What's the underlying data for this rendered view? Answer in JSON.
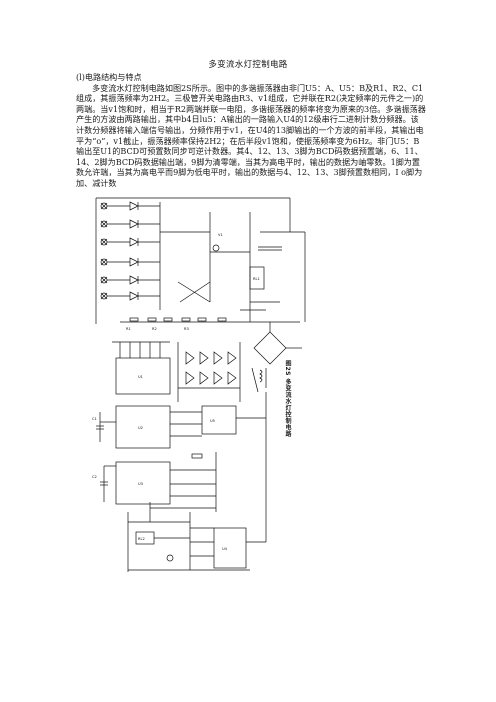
{
  "document": {
    "title": "多变流水灯控制电路",
    "section_heading": "(l)电路结构与特点",
    "paragraph": "多变流水灯控制电路如图2S所示。图中的多谐振荡器由非门U5：A、U5：B及R1、R2、C1组成，其振荡频率为2H2。三极管开关电路由R3、v1组成，它并联在R2(决定频率的元件之一)的两端。当v1饱和时，相当于R2两端并联一电阻，多谐振荡器的频率将变为原来的3倍。多谐振荡器产生的方波由两路输出，其中b4日lu5：A输出的一路输入U4的12级串行二进制计数分频器。该计数分频器将输入端信号输出，分频作用于v1，在U4的13脚输出的一个方波的前半段，其输出电平为“o”，v1截止，振荡器频率保持2H2；在后半段v1饱和，使振荡频率变为6Hz。非门U5：B输出至U1的BCD可预置数同步可逆计数器。其4、12、13、3脚为BCD码数据预置端，6、11、14、2脚为BCD码数据输出端，9脚为清零端，当其为高电平时，输出的数据为岫零数。1脚为置数允许端，当其为高电平而9脚为低电平时，输出的数据与4、12、13、3脚预置数相同，I o脚为加、减计数"
  },
  "figure": {
    "caption": "图2S  多变流水灯控制电路",
    "labels": {
      "u1": "U1",
      "u2": "U2",
      "u3": "U3",
      "u4": "U4",
      "u5": "U5",
      "v1": "V1",
      "r1": "R1",
      "r2": "R2",
      "r3": "R3",
      "c1": "C1",
      "c2": "C2",
      "rl1": "RL1",
      "rl2": "RL2"
    }
  }
}
